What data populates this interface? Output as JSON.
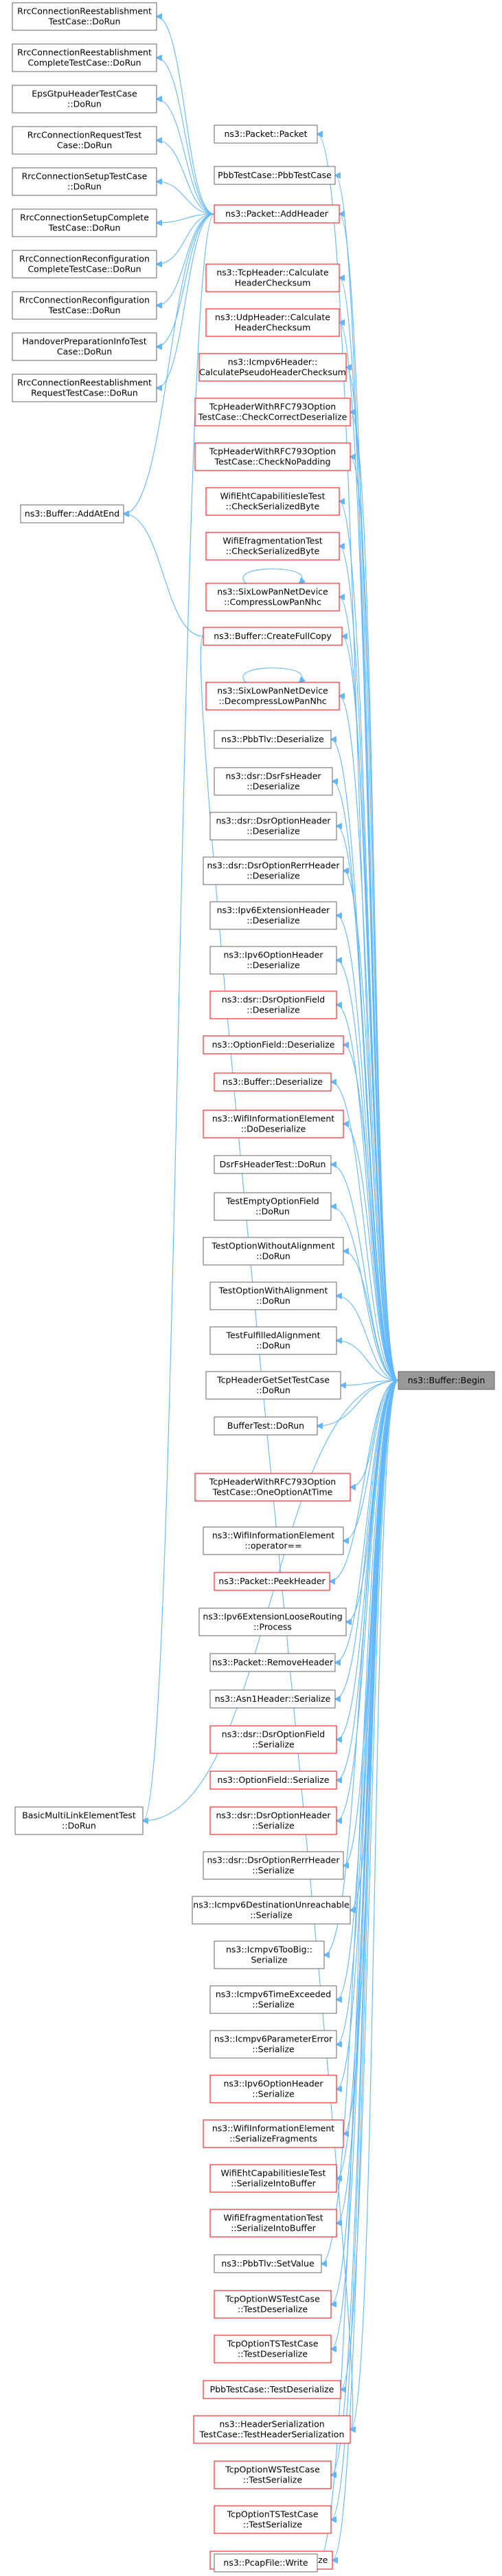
{
  "graph": {
    "target": "ns3::Buffer::Begin",
    "colors": {
      "edge": "#63b8ff",
      "border_normal": "#666666",
      "border_red": "#ff0000",
      "target_fill": "#999999"
    },
    "nodes": [
      {
        "id": "rre",
        "lines": [
          "RrcConnectionReestablishment",
          "TestCase::DoRun"
        ],
        "red": false
      },
      {
        "id": "rrec",
        "lines": [
          "RrcConnectionReestablishment",
          "CompleteTestCase::DoRun"
        ],
        "red": false
      },
      {
        "id": "eps",
        "lines": [
          "EpsGtpuHeaderTestCase",
          "::DoRun"
        ],
        "red": false
      },
      {
        "id": "rreq",
        "lines": [
          "RrcConnectionRequestTest",
          "Case::DoRun"
        ],
        "red": false
      },
      {
        "id": "rsetup",
        "lines": [
          "RrcConnectionSetupTestCase",
          "::DoRun"
        ],
        "red": false
      },
      {
        "id": "rsetupc",
        "lines": [
          "RrcConnectionSetupComplete",
          "TestCase::DoRun"
        ],
        "red": false
      },
      {
        "id": "rrecfgc",
        "lines": [
          "RrcConnectionReconfiguration",
          "CompleteTestCase::DoRun"
        ],
        "red": false
      },
      {
        "id": "rrecfg",
        "lines": [
          "RrcConnectionReconfiguration",
          "TestCase::DoRun"
        ],
        "red": false
      },
      {
        "id": "hprep",
        "lines": [
          "HandoverPreparationInfoTest",
          "Case::DoRun"
        ],
        "red": false
      },
      {
        "id": "rrereq",
        "lines": [
          "RrcConnectionReestablishment",
          "RequestTestCase::DoRun"
        ],
        "red": false
      },
      {
        "id": "addatend",
        "lines": [
          "ns3::Buffer::AddAtEnd"
        ],
        "red": false
      },
      {
        "id": "mlink",
        "lines": [
          "BasicMultiLinkElementTest",
          "::DoRun"
        ],
        "red": false
      },
      {
        "id": "pkt",
        "lines": [
          "ns3::Packet::Packet"
        ],
        "red": false
      },
      {
        "id": "pbbtc",
        "lines": [
          "PbbTestCase::PbbTestCase"
        ],
        "red": false
      },
      {
        "id": "addhdr",
        "lines": [
          "ns3::Packet::AddHeader"
        ],
        "red": true
      },
      {
        "id": "tcpck",
        "lines": [
          "ns3::TcpHeader::Calculate",
          "HeaderChecksum"
        ],
        "red": true
      },
      {
        "id": "udpck",
        "lines": [
          "ns3::UdpHeader::Calculate",
          "HeaderChecksum"
        ],
        "red": true
      },
      {
        "id": "icmpck",
        "lines": [
          "ns3::Icmpv6Header::",
          "CalculatePseudoHeaderChecksum"
        ],
        "red": true
      },
      {
        "id": "tcp793c",
        "lines": [
          "TcpHeaderWithRFC793Option",
          "TestCase::CheckCorrectDeserialize"
        ],
        "red": true
      },
      {
        "id": "tcp793n",
        "lines": [
          "TcpHeaderWithRFC793Option",
          "TestCase::CheckNoPadding"
        ],
        "red": true
      },
      {
        "id": "wehtcs",
        "lines": [
          "WifiEhtCapabilitiesIeTest",
          "::CheckSerializedByte"
        ],
        "red": true
      },
      {
        "id": "wfragcs",
        "lines": [
          "WifiEfragmentationTest",
          "::CheckSerializedByte"
        ],
        "red": true
      },
      {
        "id": "sixcomp",
        "lines": [
          "ns3::SixLowPanNetDevice",
          "::CompressLowPanNhc"
        ],
        "red": true
      },
      {
        "id": "createfc",
        "lines": [
          "ns3::Buffer::CreateFullCopy"
        ],
        "red": true
      },
      {
        "id": "sixdecomp",
        "lines": [
          "ns3::SixLowPanNetDevice",
          "::DecompressLowPanNhc"
        ],
        "red": true
      },
      {
        "id": "pbbtlvd",
        "lines": [
          "ns3::PbbTlv::Deserialize"
        ],
        "red": false
      },
      {
        "id": "dsrfsd",
        "lines": [
          "ns3::dsr::DsrFsHeader",
          "::Deserialize"
        ],
        "red": false
      },
      {
        "id": "dsrohd",
        "lines": [
          "ns3::dsr::DsrOptionHeader",
          "::Deserialize"
        ],
        "red": false
      },
      {
        "id": "dsrrerrd",
        "lines": [
          "ns3::dsr::DsrOptionRerrHeader",
          "::Deserialize"
        ],
        "red": false
      },
      {
        "id": "ip6extd",
        "lines": [
          "ns3::Ipv6ExtensionHeader",
          "::Deserialize"
        ],
        "red": false
      },
      {
        "id": "ip6optd",
        "lines": [
          "ns3::Ipv6OptionHeader",
          "::Deserialize"
        ],
        "red": false
      },
      {
        "id": "dsrofd",
        "lines": [
          "ns3::dsr::DsrOptionField",
          "::Deserialize"
        ],
        "red": true
      },
      {
        "id": "optfd",
        "lines": [
          "ns3::OptionField::Deserialize"
        ],
        "red": true
      },
      {
        "id": "bufd",
        "lines": [
          "ns3::Buffer::Deserialize"
        ],
        "red": true
      },
      {
        "id": "wifiied",
        "lines": [
          "ns3::WifiInformationElement",
          "::DoDeserialize"
        ],
        "red": true
      },
      {
        "id": "dsrfsrun",
        "lines": [
          "DsrFsHeaderTest::DoRun"
        ],
        "red": false
      },
      {
        "id": "temptyo",
        "lines": [
          "TestEmptyOptionField",
          "::DoRun"
        ],
        "red": false
      },
      {
        "id": "toptwoa",
        "lines": [
          "TestOptionWithoutAlignment",
          "::DoRun"
        ],
        "red": false
      },
      {
        "id": "toptwa",
        "lines": [
          "TestOptionWithAlignment",
          "::DoRun"
        ],
        "red": false
      },
      {
        "id": "tfulfill",
        "lines": [
          "TestFulfilledAlignment",
          "::DoRun"
        ],
        "red": false
      },
      {
        "id": "tcphgs",
        "lines": [
          "TcpHeaderGetSetTestCase",
          "::DoRun"
        ],
        "red": false
      },
      {
        "id": "buftest",
        "lines": [
          "BufferTest::DoRun"
        ],
        "red": false
      },
      {
        "id": "tcp793one",
        "lines": [
          "TcpHeaderWithRFC793Option",
          "TestCase::OneOptionAtTime"
        ],
        "red": true
      },
      {
        "id": "wifiieeq",
        "lines": [
          "ns3::WifiInformationElement",
          "::operator=="
        ],
        "red": false
      },
      {
        "id": "peekhdr",
        "lines": [
          "ns3::Packet::PeekHeader"
        ],
        "red": true
      },
      {
        "id": "ip6loose",
        "lines": [
          "ns3::Ipv6ExtensionLooseRouting",
          "::Process"
        ],
        "red": false
      },
      {
        "id": "removehdr",
        "lines": [
          "ns3::Packet::RemoveHeader"
        ],
        "red": false
      },
      {
        "id": "asn1s",
        "lines": [
          "ns3::Asn1Header::Serialize"
        ],
        "red": false
      },
      {
        "id": "dsrofs",
        "lines": [
          "ns3::dsr::DsrOptionField",
          "::Serialize"
        ],
        "red": true
      },
      {
        "id": "optfs",
        "lines": [
          "ns3::OptionField::Serialize"
        ],
        "red": true
      },
      {
        "id": "dsrohs",
        "lines": [
          "ns3::dsr::DsrOptionHeader",
          "::Serialize"
        ],
        "red": true
      },
      {
        "id": "dsrrerrs",
        "lines": [
          "ns3::dsr::DsrOptionRerrHeader",
          "::Serialize"
        ],
        "red": false
      },
      {
        "id": "icmpdu",
        "lines": [
          "ns3::Icmpv6DestinationUnreachable",
          "::Serialize"
        ],
        "red": false
      },
      {
        "id": "icmptoobig",
        "lines": [
          "ns3::Icmpv6TooBig::",
          "Serialize"
        ],
        "red": false
      },
      {
        "id": "icmpte",
        "lines": [
          "ns3::Icmpv6TimeExceeded",
          "::Serialize"
        ],
        "red": false
      },
      {
        "id": "icmppe",
        "lines": [
          "ns3::Icmpv6ParameterError",
          "::Serialize"
        ],
        "red": false
      },
      {
        "id": "ip6opts",
        "lines": [
          "ns3::Ipv6OptionHeader",
          "::Serialize"
        ],
        "red": true
      },
      {
        "id": "wifiiesf",
        "lines": [
          "ns3::WifiInformationElement",
          "::SerializeFragments"
        ],
        "red": true
      },
      {
        "id": "wehtsib",
        "lines": [
          "WifiEhtCapabilitiesIeTest",
          "::SerializeIntoBuffer"
        ],
        "red": true
      },
      {
        "id": "wfragsib",
        "lines": [
          "WifiEfragmentationTest",
          "::SerializeIntoBuffer"
        ],
        "red": true
      },
      {
        "id": "pbbtlvsv",
        "lines": [
          "ns3::PbbTlv::SetValue"
        ],
        "red": false
      },
      {
        "id": "tcpwstd",
        "lines": [
          "TcpOptionWSTestCase",
          "::TestDeserialize"
        ],
        "red": true
      },
      {
        "id": "tcptstd",
        "lines": [
          "TcpOptionTSTestCase",
          "::TestDeserialize"
        ],
        "red": true
      },
      {
        "id": "pbbtd",
        "lines": [
          "PbbTestCase::TestDeserialize"
        ],
        "red": true
      },
      {
        "id": "hdrser",
        "lines": [
          "ns3::HeaderSerialization",
          "TestCase::TestHeaderSerialization"
        ],
        "red": true
      },
      {
        "id": "tcpwsts",
        "lines": [
          "TcpOptionWSTestCase",
          "::TestSerialize"
        ],
        "red": true
      },
      {
        "id": "tcptsts",
        "lines": [
          "TcpOptionTSTestCase",
          "::TestSerialize"
        ],
        "red": true
      },
      {
        "id": "pbbts",
        "lines": [
          "PbbTestCase::TestSerialize"
        ],
        "red": true
      },
      {
        "id": "pcapw",
        "lines": [
          "ns3::PcapFile::Write"
        ],
        "red": false
      },
      {
        "id": "begin",
        "lines": [
          "ns3::Buffer::Begin"
        ],
        "red": false
      }
    ]
  }
}
